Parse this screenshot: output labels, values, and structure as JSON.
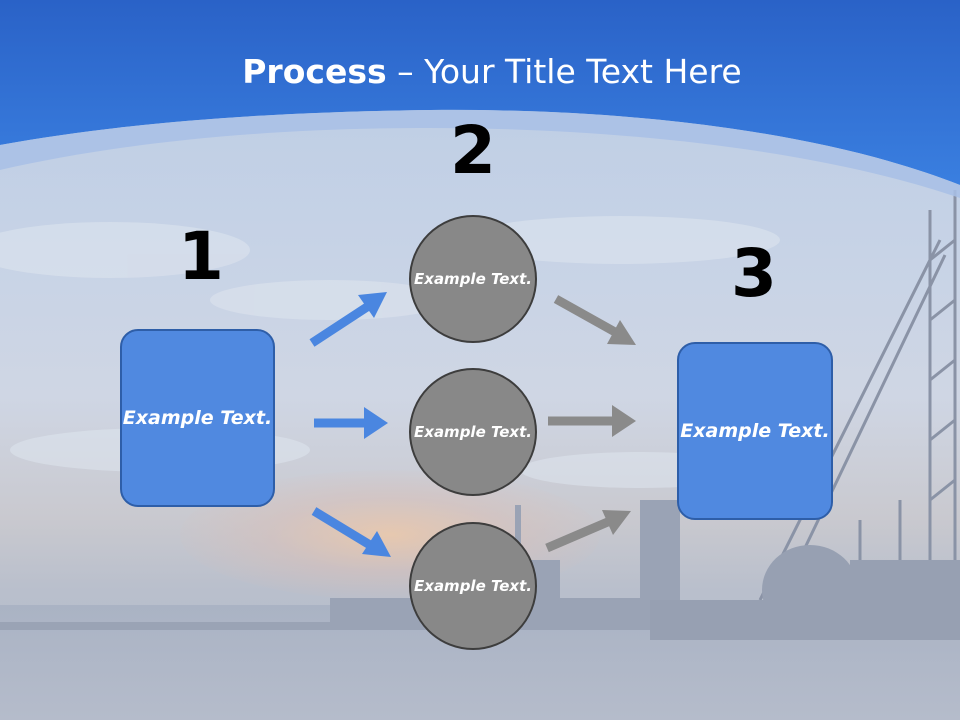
{
  "title": {
    "bold": "Process",
    "rest": " – Your Title Text Here"
  },
  "steps": {
    "n1": "1",
    "n2": "2",
    "n3": "3"
  },
  "box_left": {
    "text": "Example Text."
  },
  "box_right": {
    "text": "Example Text."
  },
  "circles": [
    {
      "text": "Example Text."
    },
    {
      "text": "Example Text."
    },
    {
      "text": "Example Text."
    }
  ],
  "colors": {
    "header_blue": "#2f6fd4",
    "box_fill": "#5089e0",
    "box_border": "#2e5ea8",
    "circle_fill": "#888888",
    "arrow_blue": "#4a86e0",
    "arrow_gray": "#8a8a8a"
  }
}
